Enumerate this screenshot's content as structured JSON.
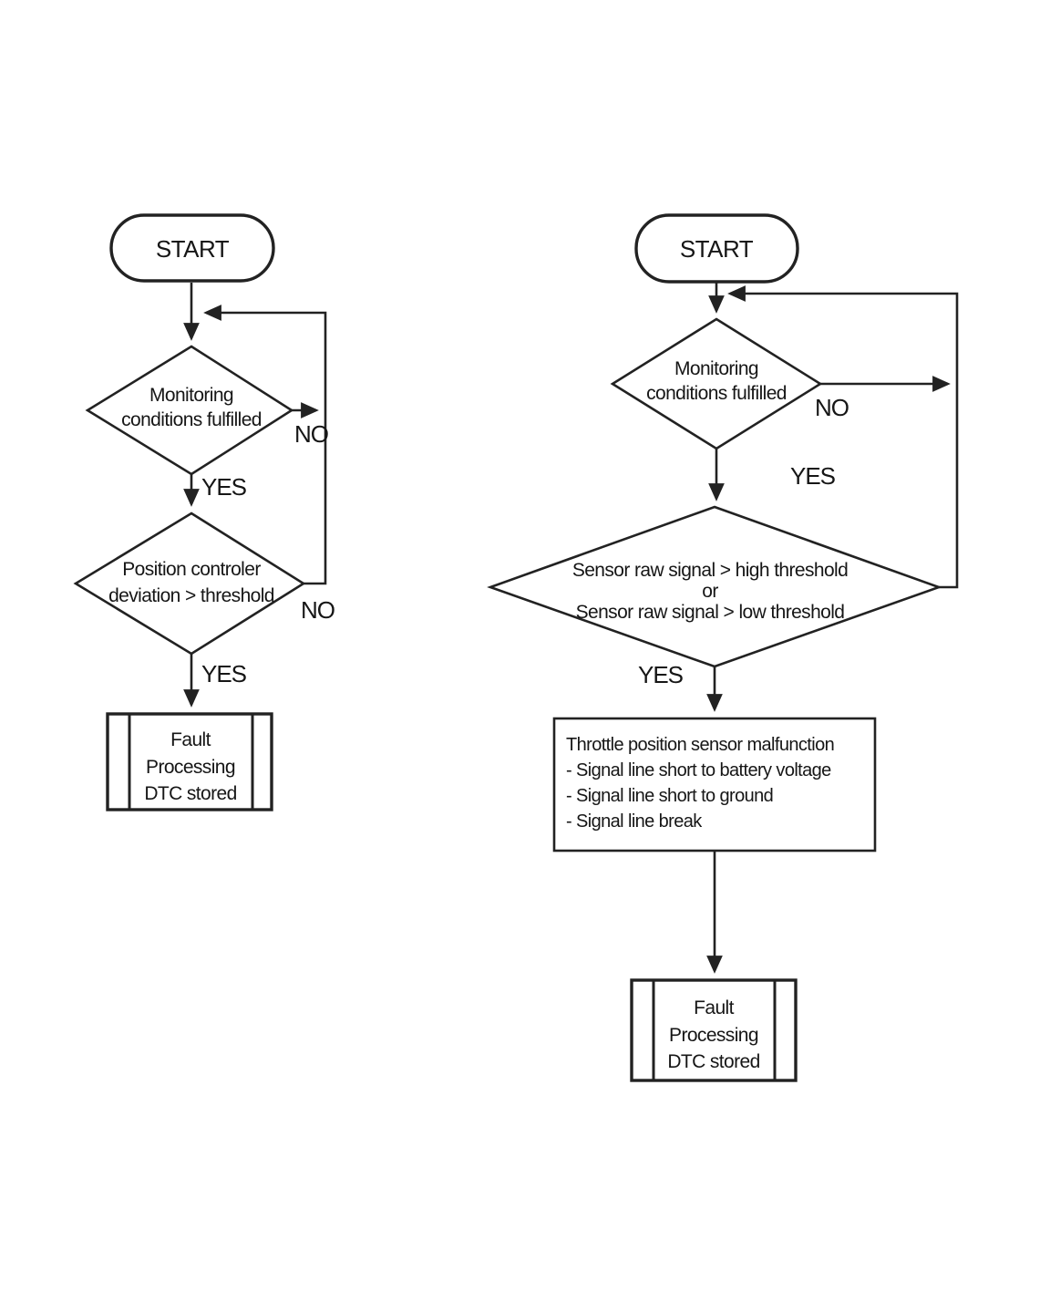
{
  "colors": {
    "ink": "#222222",
    "background": "#ffffff"
  },
  "left_chart": {
    "start_label": "START",
    "monitoring_decision": [
      "Monitoring",
      "conditions fulfilled"
    ],
    "monitoring_no": "NO",
    "monitoring_yes": "YES",
    "deviation_decision": [
      "Position controler",
      "deviation > threshold"
    ],
    "deviation_no": "NO",
    "deviation_yes": "YES",
    "fault_process": [
      "Fault",
      "Processing",
      "DTC stored"
    ]
  },
  "right_chart": {
    "start_label": "START",
    "monitoring_decision": [
      "Monitoring",
      "conditions fulfilled"
    ],
    "monitoring_no": "NO",
    "monitoring_yes": "YES",
    "sensor_decision": [
      "Sensor raw signal > high threshold",
      "or",
      "Sensor raw signal > low threshold"
    ],
    "sensor_yes": "YES",
    "malfunction_process": [
      "Throttle position sensor malfunction",
      "- Signal line short to battery voltage",
      "- Signal line short to ground",
      "- Signal line break"
    ],
    "fault_process": [
      "Fault",
      "Processing",
      "DTC stored"
    ]
  }
}
